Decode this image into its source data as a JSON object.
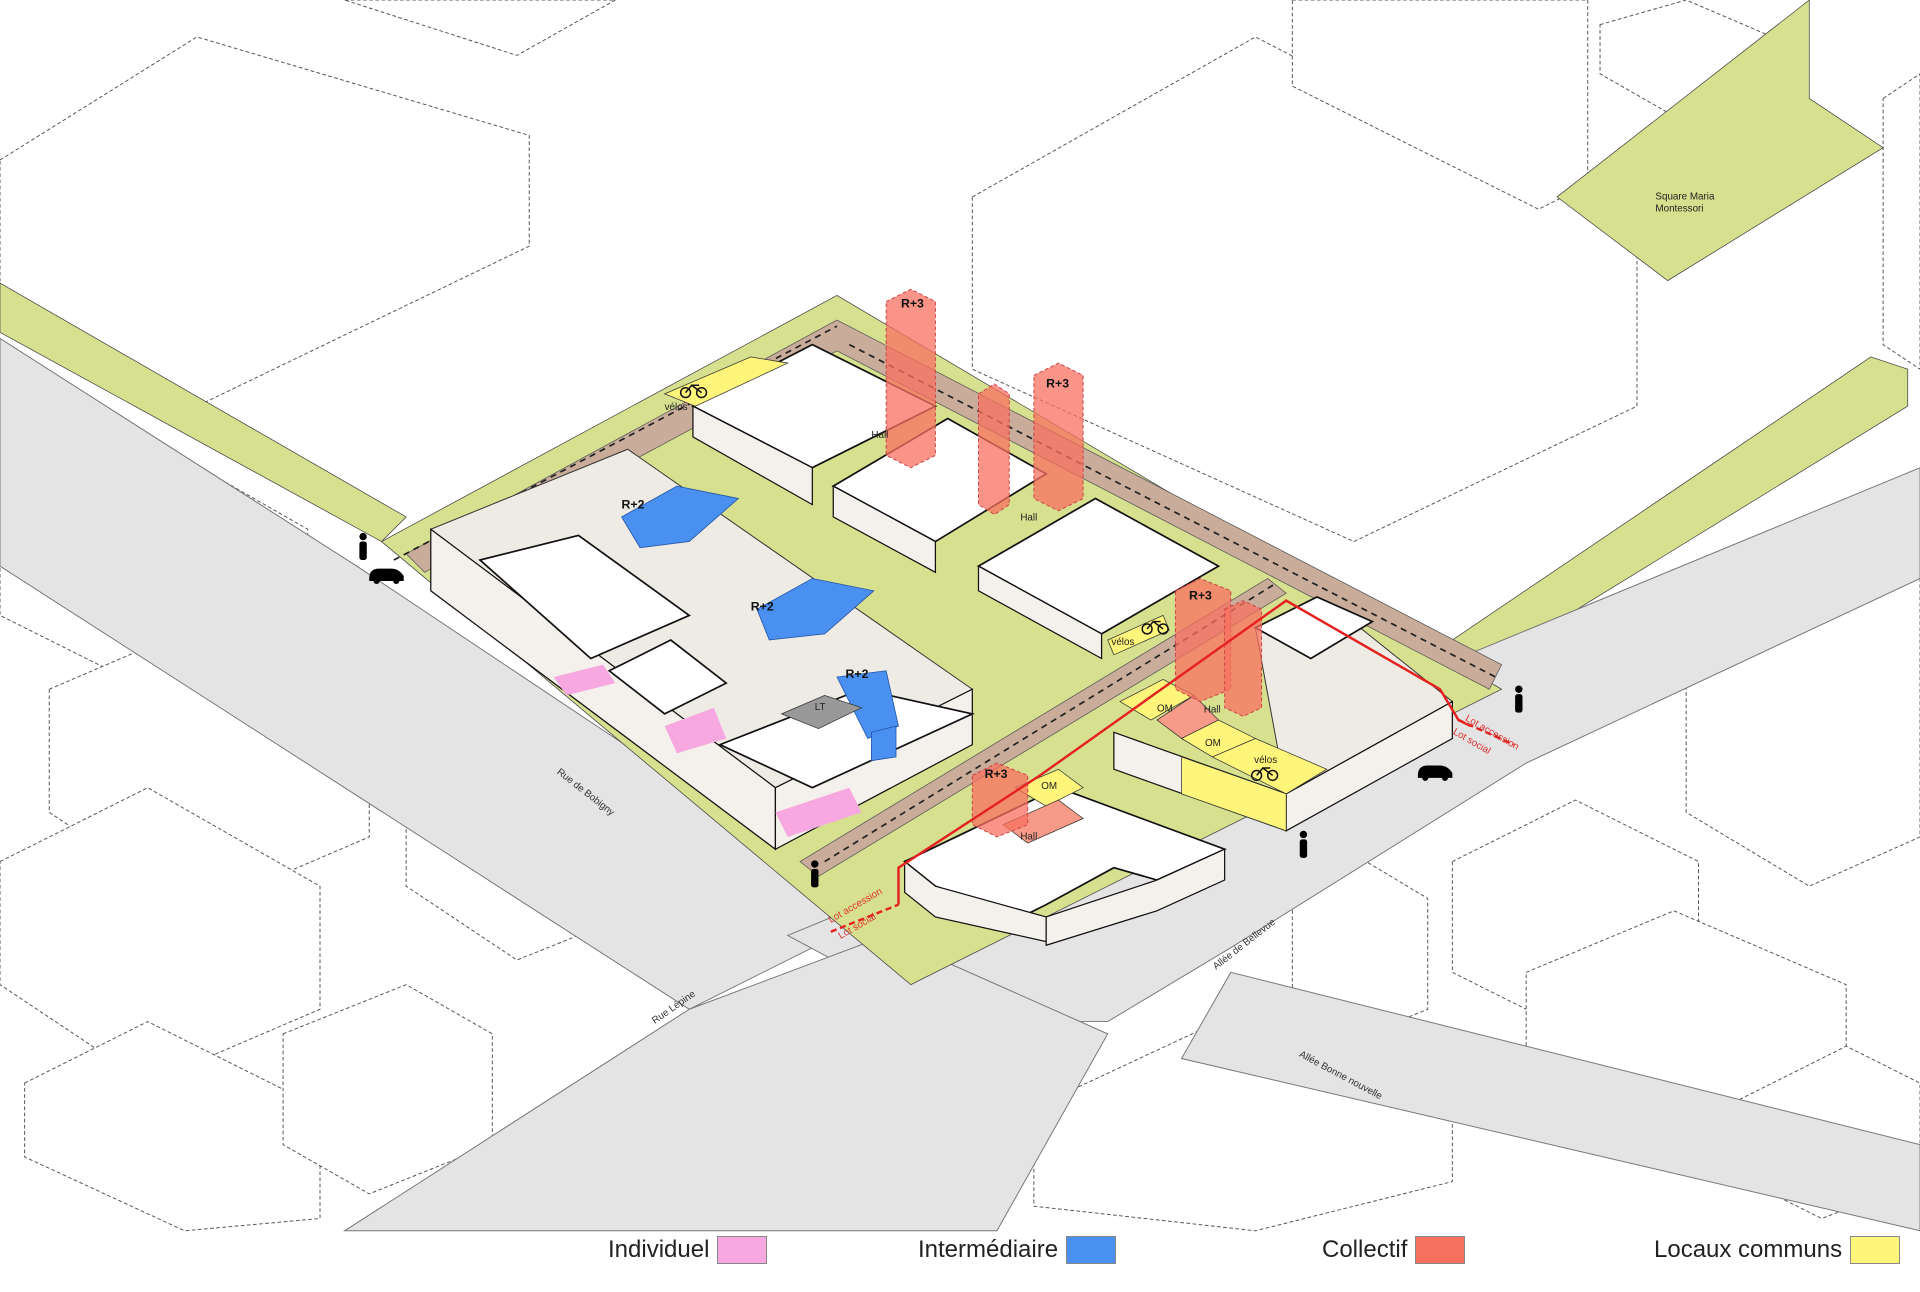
{
  "places": {
    "square": [
      "Square Maria",
      "Montessori"
    ]
  },
  "streets": {
    "bobigny": "Rue de Bobigny",
    "lepine": "Rue Lépine",
    "bellevue": "Allée de Bellevue",
    "bonne_nouvelle": "Allée Bonne nouvelle"
  },
  "labels": {
    "r3": "R+3",
    "r2": "R+2",
    "lt": "LT",
    "hall": "Hall",
    "om": "OM",
    "velos": "vélos",
    "lot_accession": "Lot accession",
    "lot_social": "Lot social"
  },
  "legend": [
    {
      "label": "Individuel",
      "color": "#f7a8e0"
    },
    {
      "label": "Intermédiaire",
      "color": "#4a90f0"
    },
    {
      "label": "Collectif",
      "color": "#f87060"
    },
    {
      "label": "Locaux communs",
      "color": "#fff57a"
    }
  ]
}
